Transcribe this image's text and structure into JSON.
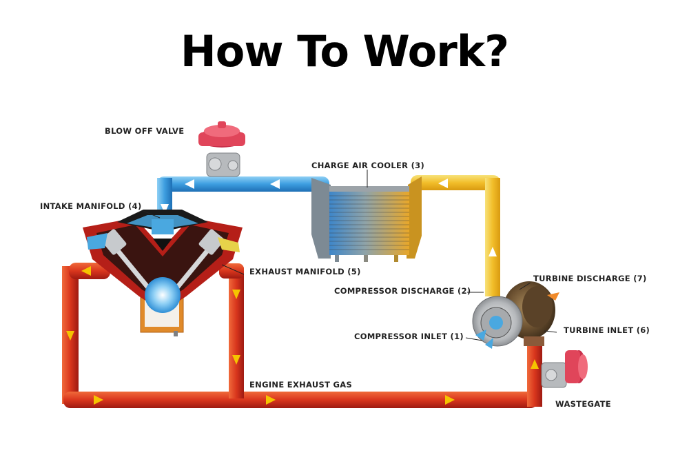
{
  "title": "How To Work?",
  "labels": {
    "blow_off_valve": "BLOW OFF VALVE",
    "charge_air_cooler": "CHARGE AIR COOLER (3)",
    "intake_manifold": "INTAKE MANIFOLD (4)",
    "exhaust_manifold": "EXHAUST MANIFOLD (5)",
    "compressor_discharge": "COMPRESSOR DISCHARGE (2)",
    "turbine_discharge": "TURBINE DISCHARGE (7)",
    "turbine_inlet": "TURBINE INLET (6)",
    "compressor_inlet": "COMPRESSOR INLET (1)",
    "engine_exhaust_gas": "ENGINE EXHAUST GAS",
    "wastegate": "WASTEGATE"
  },
  "colors": {
    "intake_pipe": "#4aa8e0",
    "compressed_pipe": "#f2c12e",
    "exhaust_pipe": "#d93a1f",
    "engine_body": "#c8281c",
    "valve_cap": "#e0455a",
    "flow_arrow_cool": "#ffffff",
    "flow_arrow_hot": "#f5c400"
  }
}
